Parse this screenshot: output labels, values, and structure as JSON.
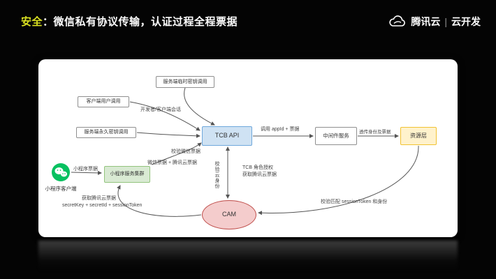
{
  "header": {
    "title_highlight": "安全",
    "title_rest": "：微信私有协议传输，认证过程全程票据",
    "logo_text": "腾讯云",
    "logo_divider": "|",
    "logo_suffix": "云开发"
  },
  "diagram": {
    "nodes": {
      "server_temp": {
        "label": "服务端临时密钥调用"
      },
      "client_user": {
        "label": "客户端用户调用"
      },
      "server_perm": {
        "label": "服务端永久密钥调用"
      },
      "tcb_api": {
        "label": "TCB API"
      },
      "middleware": {
        "label": "中间件服务"
      },
      "resource": {
        "label": "资源层"
      },
      "mp_cluster": {
        "label": "小程序服务集群"
      },
      "cam": {
        "label": "CAM"
      },
      "mp_client": {
        "label": "小程序客户端"
      }
    },
    "labels": {
      "mp_ticket": "小程序票据",
      "dev_client_session": "开发者/客户端会话",
      "call_appid": "调用 appId + 票据",
      "passthrough": "透传身份及票据",
      "verify_wechat": "校验微信票据",
      "wechat_plus_cloud": "微信票据 + 腾讯云票据",
      "verify_cloud_identity": "校验云身份",
      "tcb_role_line1": "TCB 角色授权",
      "tcb_role_line2": "获取腾讯云票据",
      "get_ticket_line1": "获取腾讯云票据",
      "get_ticket_line2": "secretKey + secretId + sessionToken",
      "verify_match": "校验匹配 sessionToken 和身份"
    },
    "colors": {
      "accent_title": "#d9e021",
      "tcb_fill": "#cfe2f3",
      "resource_fill": "#fff2cc",
      "cluster_fill": "#d9ead3",
      "cam_fill": "#f4cccc",
      "wechat_green": "#07c160",
      "arrow": "#555555"
    }
  }
}
